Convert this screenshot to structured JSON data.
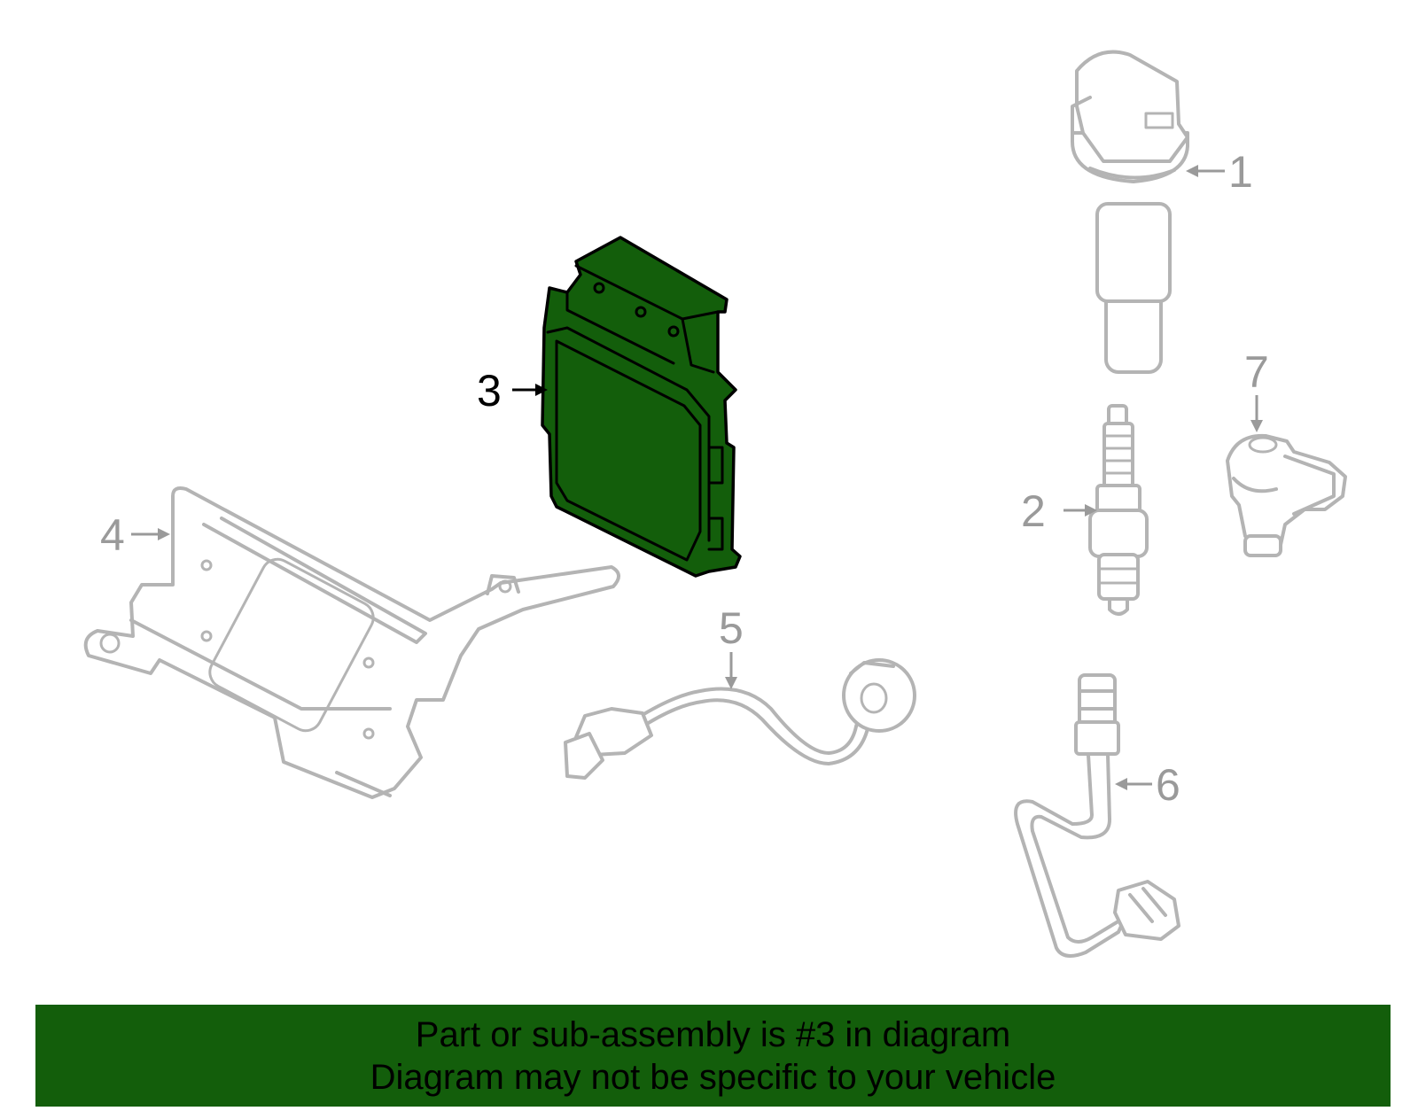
{
  "diagram": {
    "highlight_color": "#135e0b",
    "part_outline_color": "#b4b4b4",
    "callouts": [
      {
        "number": "1",
        "highlighted": false
      },
      {
        "number": "2",
        "highlighted": false
      },
      {
        "number": "3",
        "highlighted": true
      },
      {
        "number": "4",
        "highlighted": false
      },
      {
        "number": "5",
        "highlighted": false
      },
      {
        "number": "6",
        "highlighted": false
      },
      {
        "number": "7",
        "highlighted": false
      }
    ]
  },
  "banner": {
    "background_color": "#135e0b",
    "line1": "Part or sub-assembly is #3 in diagram",
    "line2": "Diagram may not be specific to your vehicle"
  }
}
